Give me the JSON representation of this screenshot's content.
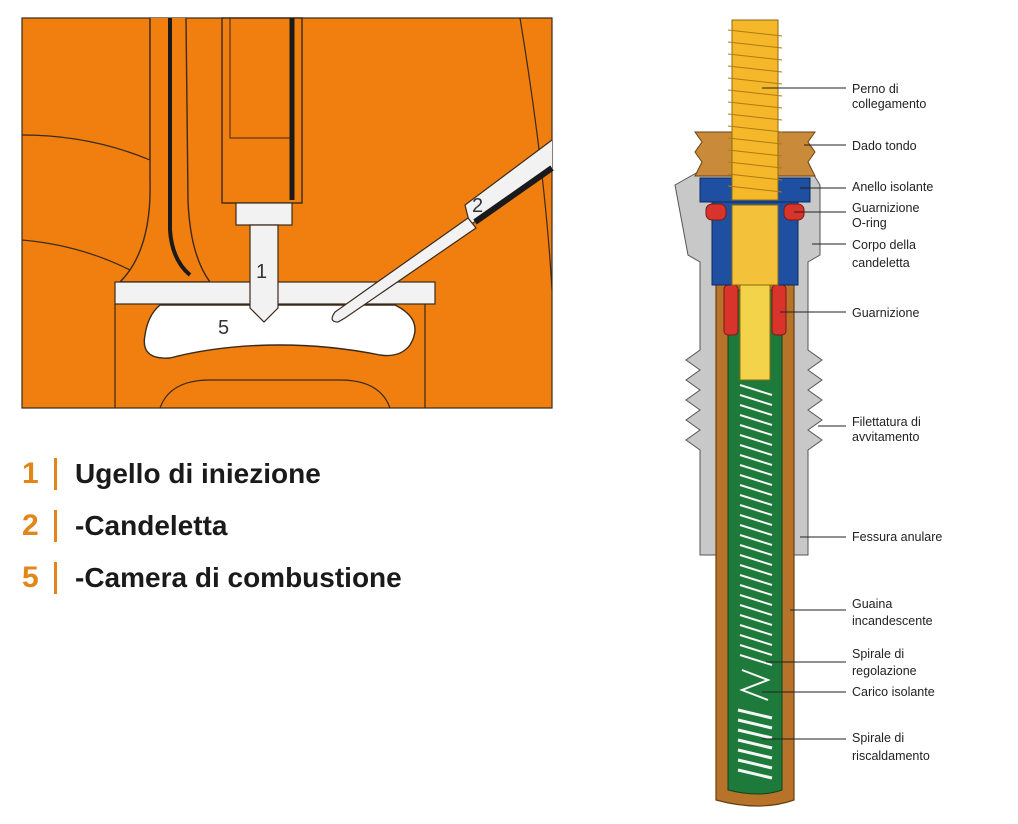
{
  "figure_left": {
    "labels": {
      "nozzle": "1",
      "glow_plug": "2",
      "chamber": "5"
    },
    "colors": {
      "head": "#f07f0f",
      "outline": "#3a2a1a",
      "chamber": "#ffffff",
      "metal": "#f2f2f2"
    }
  },
  "legend": [
    {
      "num": "1",
      "text": "Ugello di iniezione"
    },
    {
      "num": "2",
      "text": "-Candeletta"
    },
    {
      "num": "5",
      "text": "-Camera di combustione"
    }
  ],
  "glow_plug_callouts": [
    {
      "id": "perno",
      "lines": [
        "Perno di",
        "collegamento"
      ]
    },
    {
      "id": "dado",
      "lines": [
        "Dado tondo"
      ]
    },
    {
      "id": "anello",
      "lines": [
        "Anello isolante"
      ]
    },
    {
      "id": "oring",
      "lines": [
        "Guarnizione",
        "O-ring"
      ]
    },
    {
      "id": "corpo",
      "lines": [
        "Corpo della",
        "candeletta"
      ]
    },
    {
      "id": "guarnizione",
      "lines": [
        "Guarnizione"
      ]
    },
    {
      "id": "filettatura",
      "lines": [
        "Filettatura di",
        "avvitamento"
      ]
    },
    {
      "id": "fessura",
      "lines": [
        "Fessura anulare"
      ]
    },
    {
      "id": "guaina",
      "lines": [
        "Guaina",
        "incandescente"
      ]
    },
    {
      "id": "spirale-reg",
      "lines": [
        "Spirale di",
        "regolazione"
      ]
    },
    {
      "id": "carico",
      "lines": [
        "Carico isolante"
      ]
    },
    {
      "id": "spirale-risc",
      "lines": [
        "Spirale di",
        "riscaldamento"
      ]
    }
  ],
  "colors": {
    "accent": "#e0861a",
    "thread": "#f5b82a",
    "nut": "#c98a3a",
    "insulator": "#1f4fa0",
    "seal": "#d9342c",
    "body": "#c8c8c8",
    "sheath": "#b8732a",
    "filler": "#1e7a3a"
  }
}
